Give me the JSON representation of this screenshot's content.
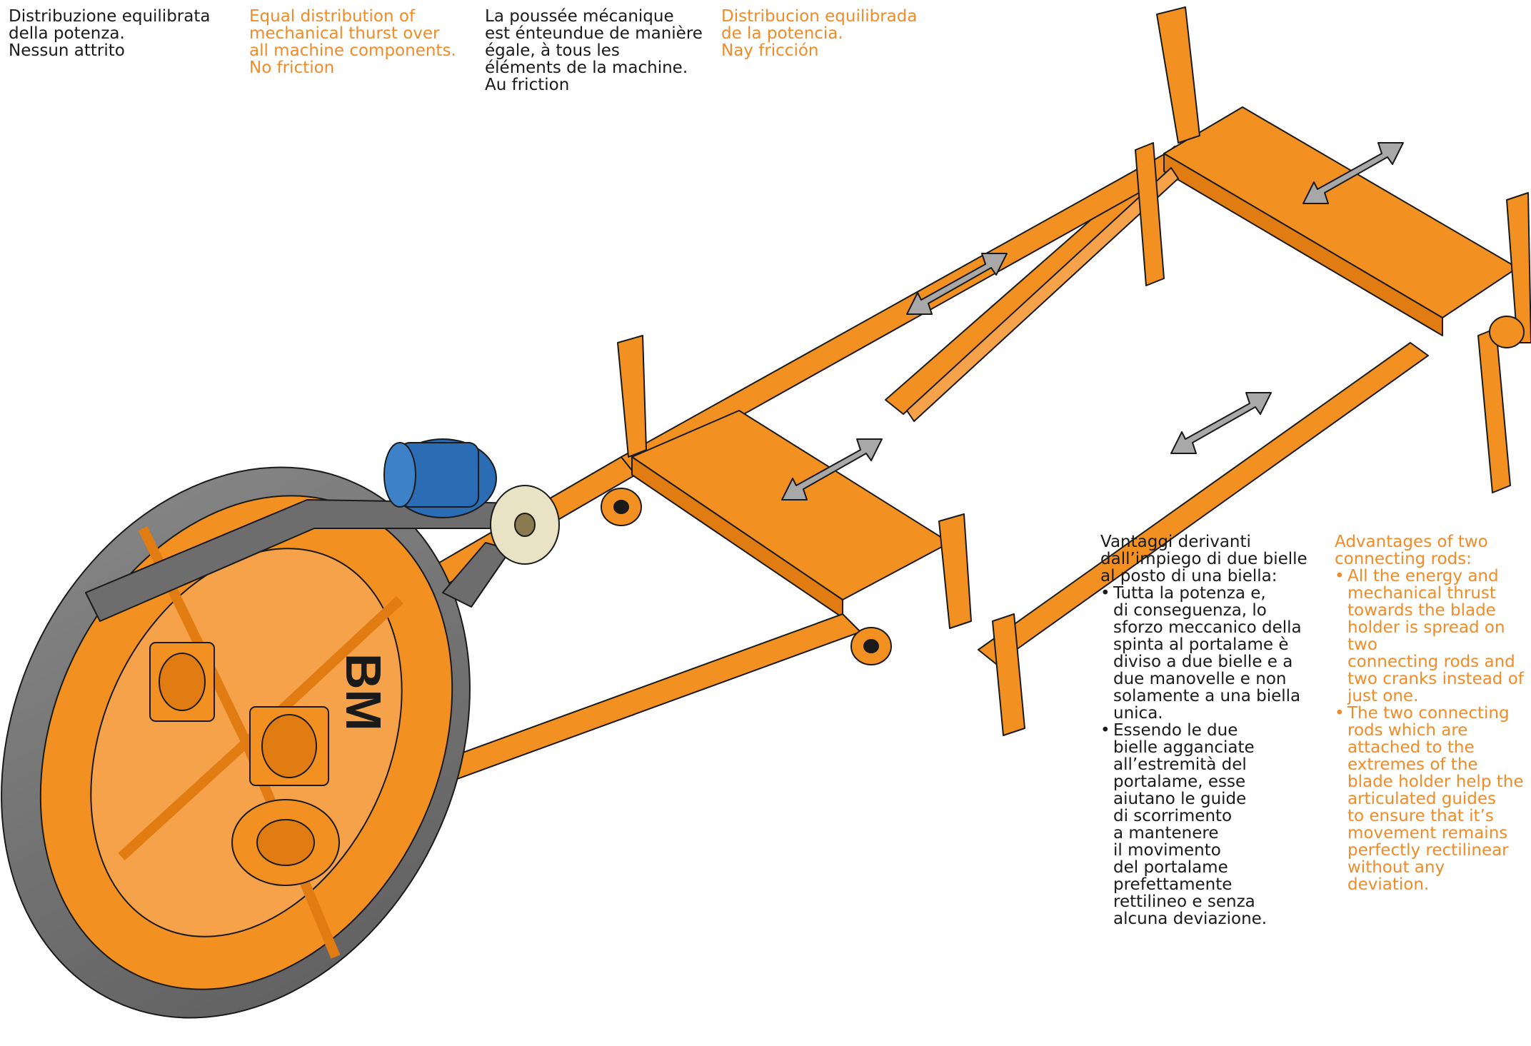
{
  "header_texts": [
    {
      "lang": "it",
      "text": "Distribuzione equilibrata\ndella potenza.\nNessun attrito"
    },
    {
      "lang": "en",
      "text": "Equal distribution of\nmechanical thurst over\nall machine components.\nNo friction"
    },
    {
      "lang": "fr",
      "text": "La poussée mécanique\nest énteundue de manière\négale, à tous les\néléments de la machine.\nAu friction"
    },
    {
      "lang": "es",
      "text": "Distribucion equilibrada\nde la potencia.\nNay fricción"
    }
  ],
  "logo_text": "BM",
  "advantages_it": {
    "intro": "Vantaggi derivanti\ndall’impiego di due bielle\nal posto  di una biella:",
    "bullets": [
      "Tutta la potenza e,\ndi conseguenza, lo\nsforzo meccanico della\nspinta al portalame è\ndiviso a due bielle e a\ndue manovelle e non\nsolamente a una biella\nunica.",
      "Essendo le due\nbielle agganciate\nall’estremità del\nportalame, esse\naiutano le guide\ndi scorrimento\na mantenere\nil movimento\ndel portalame\nprefettamente\nrettilineo e senza\nalcuna deviazione."
    ]
  },
  "advantages_en": {
    "intro": "Advantages of two\nconnecting rods:",
    "bullets": [
      "All the energy and\nmechanical thrust\ntowards the blade\nholder is spread on two\nconnecting rods and\ntwo cranks instead of\njust one.",
      "The two connecting\nrods which are\nattached to the\nextremes of the\nblade holder help the\narticulated guides\nto ensure that it’s\nmovement remains\nperfectly rectilinear\nwithout any deviation."
    ]
  },
  "colors": {
    "machine_orange": "#f29122",
    "text_orange": "#f08c28",
    "motor_blue": "#2a6db5",
    "arrow_gray": "#a8a8a8",
    "belt_gray": "#7a7a7a"
  }
}
